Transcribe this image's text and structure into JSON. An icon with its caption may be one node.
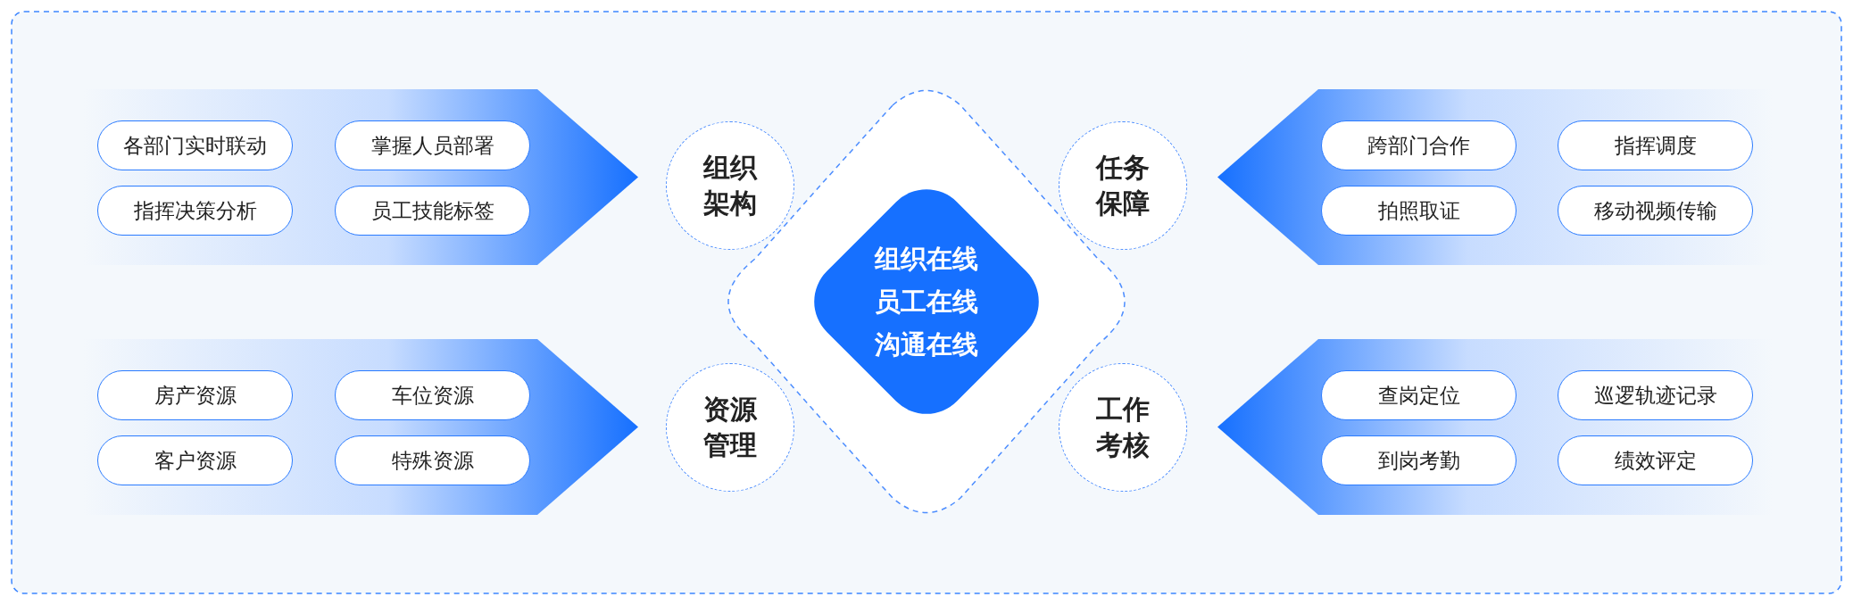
{
  "diagram": {
    "nodes": [
      {
        "text": [],
        "shape": "band"
      },
      {
        "text": [
          "各部门实时联动"
        ],
        "in": 0
      },
      {
        "text": [
          "掌握人员部署"
        ],
        "in": 0
      },
      {
        "text": [
          "指挥决策分析"
        ],
        "in": 0
      },
      {
        "text": [
          "员工技能标签"
        ],
        "in": 0
      },
      {
        "text": [
          "组织架构"
        ]
      },
      {
        "text": [
          "组织在线",
          "员工在线",
          "沟通在线"
        ]
      },
      {
        "text": [
          "任务保障"
        ]
      },
      {
        "text": [],
        "shape": "band"
      },
      {
        "text": [
          "跨部门合作"
        ],
        "in": 8
      },
      {
        "text": [
          "指挥调度"
        ],
        "in": 8
      },
      {
        "text": [
          "拍照取证"
        ],
        "in": 8
      },
      {
        "text": [
          "移动视频传输"
        ],
        "in": 8
      },
      {
        "text": [],
        "shape": "band"
      },
      {
        "text": [
          "房产资源"
        ],
        "in": 13
      },
      {
        "text": [
          "车位资源"
        ],
        "in": 13
      },
      {
        "text": [
          "客户资源"
        ],
        "in": 13
      },
      {
        "text": [
          "特殊资源"
        ],
        "in": 13
      },
      {
        "text": [
          "资源管理"
        ]
      },
      {
        "text": [
          "工作考核"
        ]
      },
      {
        "text": [],
        "shape": "band"
      },
      {
        "text": [
          "查岗定位"
        ],
        "in": 20
      },
      {
        "text": [
          "巡逻轨迹记录"
        ],
        "in": 20
      },
      {
        "text": [
          "到岗考勤"
        ],
        "in": 20
      },
      {
        "text": [
          "绩效评定"
        ],
        "in": 20
      }
    ]
  }
}
